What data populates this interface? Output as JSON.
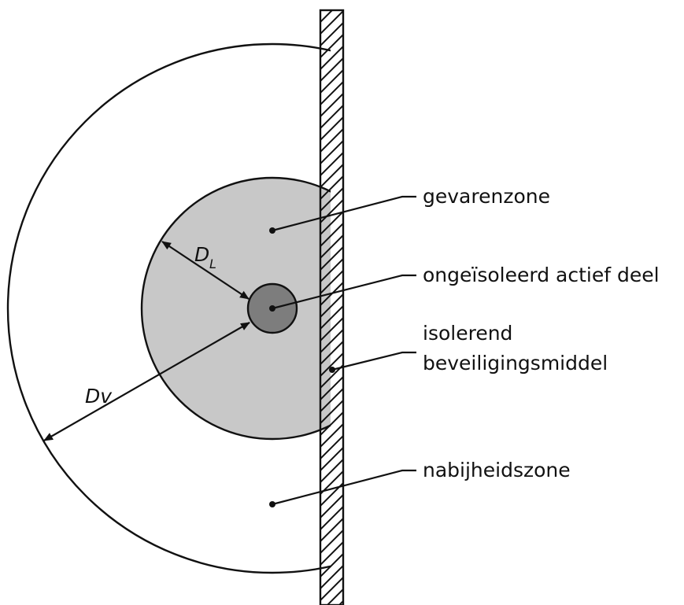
{
  "labels": {
    "danger_zone": "gevarenzone",
    "live_part": "ongeïsoleerd actief deel",
    "insulating_line1": "isolerend",
    "insulating_line2": "beveiligingsmiddel",
    "vicinity_zone": "nabijheidszone"
  },
  "dimensions": {
    "dl_main": "D",
    "dl_sub": "L",
    "dv": "Dv"
  },
  "colors": {
    "danger_zone_fill": "#c8c8c8",
    "live_part_fill": "#7d7d7d",
    "outline": "#111111",
    "background": "#ffffff"
  }
}
